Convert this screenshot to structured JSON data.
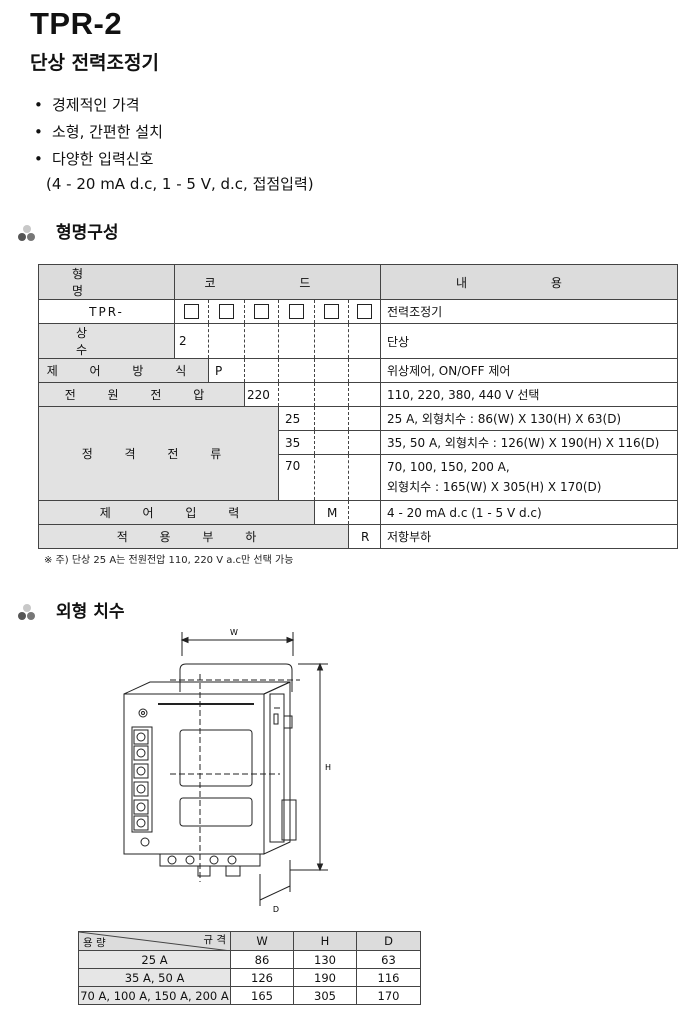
{
  "header": {
    "title": "TPR-2",
    "subtitle": "단상 전력조정기"
  },
  "features": {
    "items": [
      "경제적인 가격",
      "소형, 간편한 설치",
      "다양한 입력신호"
    ],
    "sub": "(4 - 20 mA d.c, 1 - 5 V, d.c, 접점입력)"
  },
  "section1": {
    "title": "형명구성"
  },
  "spec_table": {
    "headers": {
      "type": "형 명",
      "code": "코 드",
      "content": "내 용"
    },
    "model_label": "TPR-",
    "model_desc": "전력조정기",
    "rows": {
      "phase": {
        "label": "상 수",
        "code": "2",
        "desc": "단상"
      },
      "control": {
        "label": "제 어 방 식",
        "code": "P",
        "desc": "위상제어, ON/OFF 제어"
      },
      "voltage": {
        "label": "전 원 전 압",
        "code": "220",
        "desc": "110, 220, 380, 440 V 선택"
      },
      "current": {
        "label": "정 격 전 류",
        "items": [
          {
            "code": "25",
            "desc": "25 A, 외형치수 : 86(W) X 130(H) X 63(D)"
          },
          {
            "code": "35",
            "desc": "35, 50 A, 외형치수 : 126(W) X 190(H) X 116(D)"
          },
          {
            "code": "70",
            "desc": "70, 100, 150, 200 A,",
            "desc2": "외형치수 : 165(W) X 305(H) X 170(D)"
          }
        ]
      },
      "input": {
        "label": "제 어 입 력",
        "code": "M",
        "desc": "4 - 20 mA d.c (1 - 5 V d.c)"
      },
      "load": {
        "label": "적 용 부 하",
        "code": "R",
        "desc": "저항부하"
      }
    }
  },
  "note": "※ 주) 단상 25 A는 전원전압 110, 220 V a.c만 선택 가능",
  "section2": {
    "title": "외형 치수"
  },
  "drawing": {
    "w_label": "W",
    "h_label": "H",
    "d_label": "D"
  },
  "dim_table": {
    "head_left": "용 량",
    "head_right": "규 격",
    "columns": [
      "W",
      "H",
      "D"
    ],
    "rows": [
      {
        "label": "25 A",
        "values": [
          "86",
          "130",
          "63"
        ]
      },
      {
        "label": "35 A, 50 A",
        "values": [
          "126",
          "190",
          "116"
        ]
      },
      {
        "label": "70 A, 100 A, 150 A, 200 A",
        "values": [
          "165",
          "305",
          "170"
        ]
      }
    ]
  },
  "colors": {
    "header_bg": "#dcdcdc",
    "border": "#444444",
    "icon_dark": "#555555",
    "icon_light": "#c8c8c8"
  }
}
